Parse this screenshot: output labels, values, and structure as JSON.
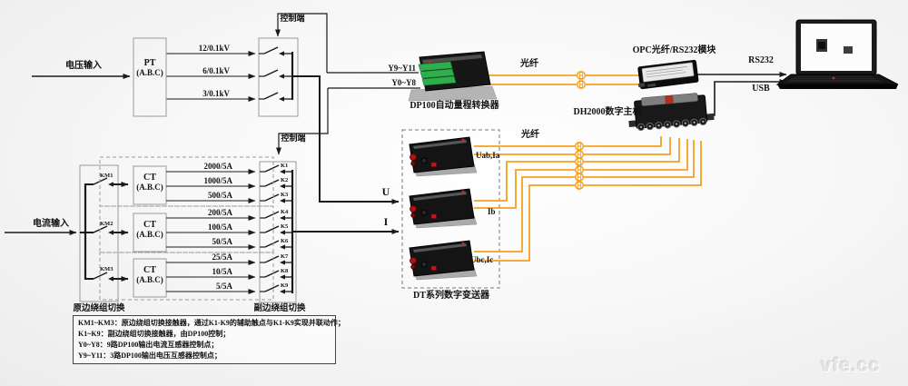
{
  "io": {
    "voltage_input": "电压输入",
    "current_input": "电流输入"
  },
  "pt": {
    "name": "PT",
    "phases": "(A.B.C)",
    "taps": [
      "12/0.1kV",
      "6/0.1kV",
      "3/0.1kV"
    ]
  },
  "ct": {
    "name": "CT",
    "phases": "(A.B.C)",
    "taps": [
      "2000/5A",
      "1000/5A",
      "500/5A",
      "200/5A",
      "100/5A",
      "50/5A",
      "25/5A",
      "10/5A",
      "5/5A"
    ],
    "km": [
      "KM1",
      "KM2",
      "KM3"
    ],
    "k": [
      "K1",
      "K2",
      "K3",
      "K4",
      "K5",
      "K6",
      "K7",
      "K8",
      "K9"
    ]
  },
  "switching": {
    "primary": "原边绕组切换",
    "secondary": "副边绕组切换",
    "control": "控制端"
  },
  "dp100": {
    "label": "DP100自动量程转换器",
    "y_hi": "Y9~Y11",
    "y_lo": "Y0~Y8"
  },
  "opc": {
    "label": "OPC光纤/RS232模块"
  },
  "dh2000": {
    "label": "DH2000数字主机"
  },
  "dt": {
    "label": "DT系列数字变送器",
    "outputs": [
      "Uab,Ia",
      "Ib",
      "Ubc,Ic"
    ],
    "u": "U",
    "i": "I"
  },
  "links": {
    "fiber": "光纤",
    "rs232": "RS232",
    "usb": "USB"
  },
  "legend": {
    "lines": [
      "KM1~KM3：原边绕组切换接触器，通过K1-K9的辅助触点与K1-K9实现并联动作；",
      "K1~K9：副边绕组切换接触器，由DP100控制；",
      "Y0~Y8：9路DP100输出电流互感器控制点；",
      "Y9~Y11：3路DP100输出电压互感器控制点；"
    ]
  },
  "colors": {
    "wire": "#1a1a1a",
    "fiber": "#f5a01e",
    "terminal_green": "#2fae4d",
    "box_stroke": "#9a9a9a"
  },
  "watermark": "vfe.cc"
}
